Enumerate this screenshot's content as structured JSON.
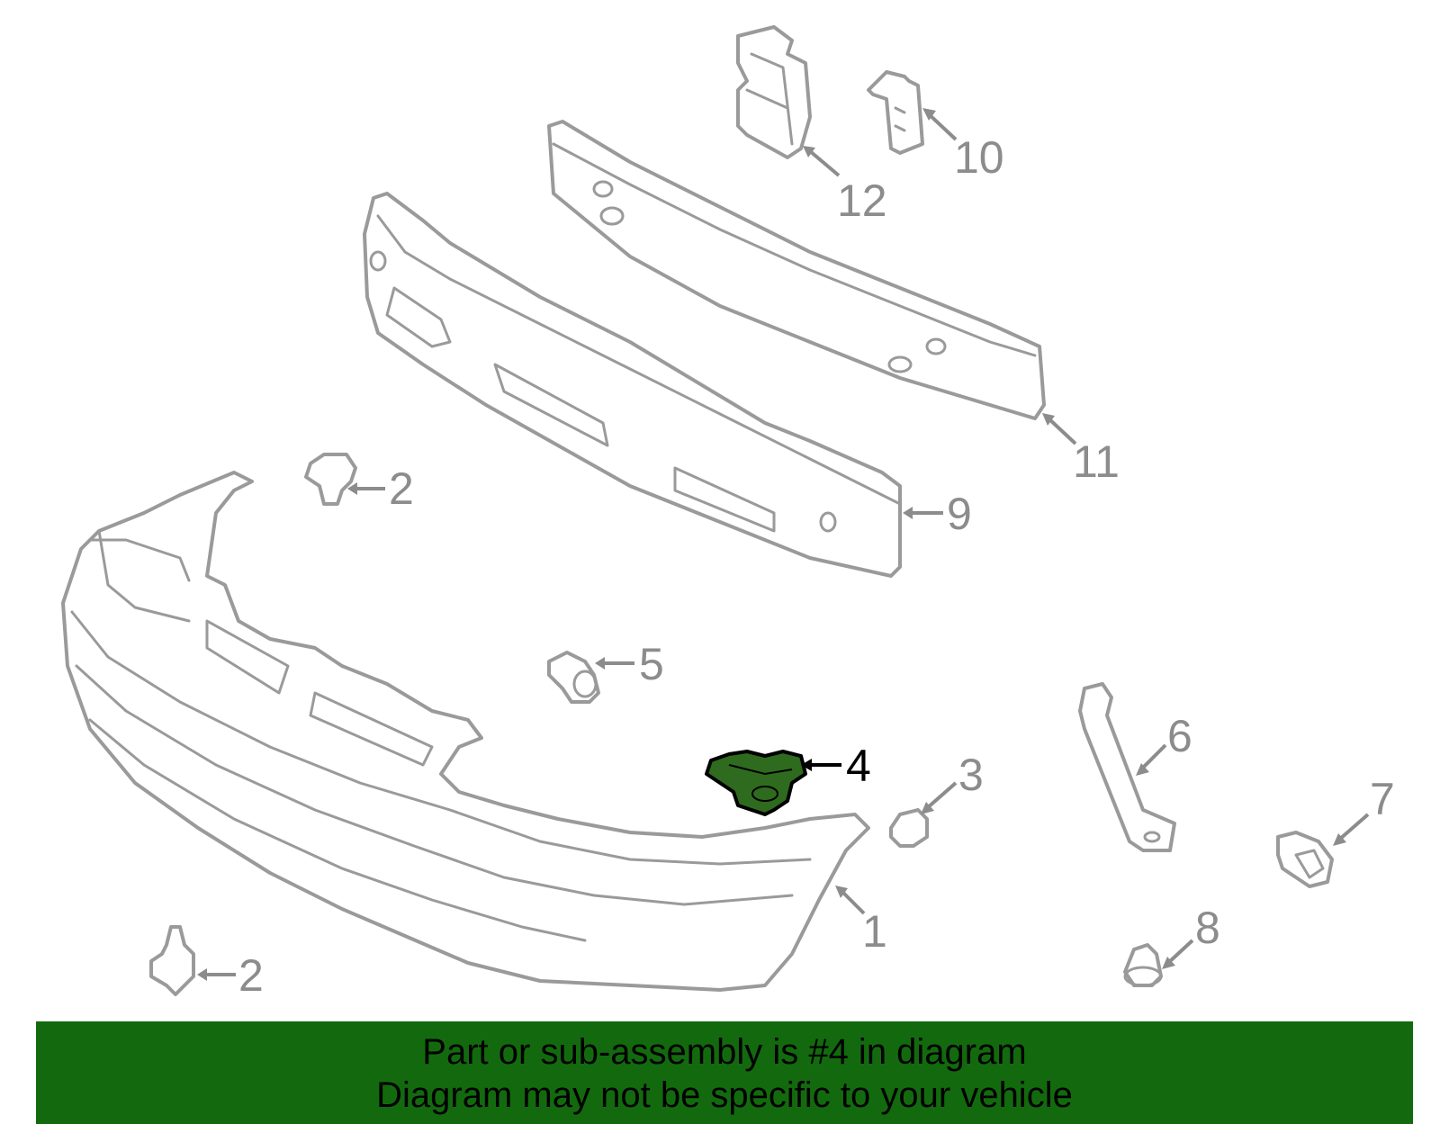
{
  "callouts": [
    {
      "id": "c12",
      "label": "12"
    },
    {
      "id": "c10",
      "label": "10"
    },
    {
      "id": "c11",
      "label": "11"
    },
    {
      "id": "c9",
      "label": "9"
    },
    {
      "id": "c2a",
      "label": "2"
    },
    {
      "id": "c5",
      "label": "5"
    },
    {
      "id": "c4",
      "label": "4"
    },
    {
      "id": "c3",
      "label": "3"
    },
    {
      "id": "c6",
      "label": "6"
    },
    {
      "id": "c7",
      "label": "7"
    },
    {
      "id": "c1",
      "label": "1"
    },
    {
      "id": "c8",
      "label": "8"
    },
    {
      "id": "c2b",
      "label": "2"
    }
  ],
  "highlight": {
    "part": "4",
    "fill_color": "#2e6b1e"
  },
  "banner": {
    "line1": "Part or sub-assembly is #4 in diagram",
    "line2": "Diagram may not be specific to your vehicle",
    "background_color": "#136a0e"
  }
}
